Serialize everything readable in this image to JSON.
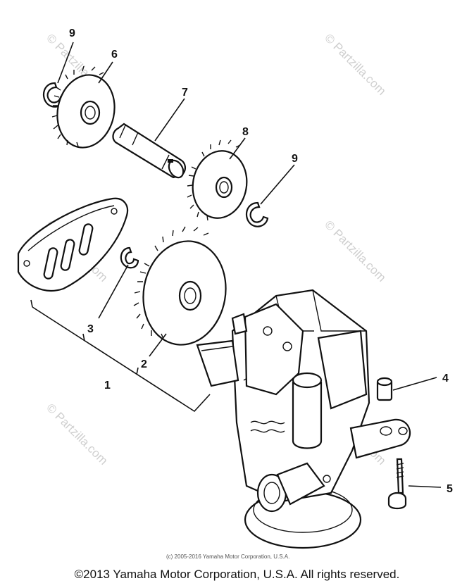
{
  "callouts": {
    "p1": "1",
    "p2": "2",
    "p3": "3",
    "p4": "4",
    "p5": "5",
    "p6": "6",
    "p7": "7",
    "p8": "8",
    "p9a": "9",
    "p9b": "9"
  },
  "watermark": "© Partzilla.com",
  "inner_copyright": "(c) 2005-2016 Yamaha Motor Corporation, U.S.A.",
  "footer_copyright": "©2013 Yamaha Motor Corporation, U.S.A. All rights reserved."
}
